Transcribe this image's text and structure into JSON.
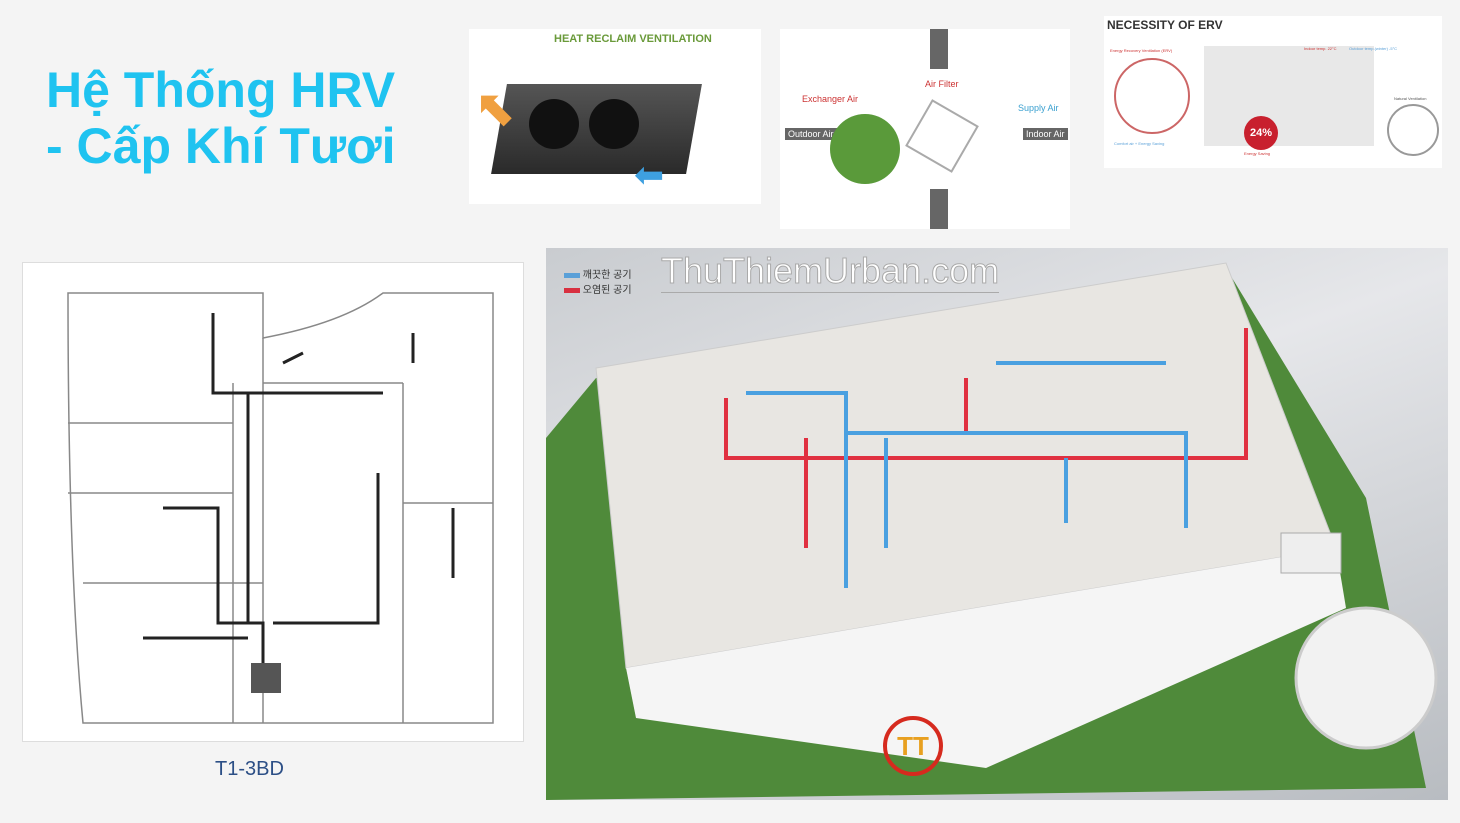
{
  "title": {
    "line1": "Hệ Thống HRV",
    "line2": "- Cấp Khí Tươi"
  },
  "images": {
    "hrv": {
      "heading": "HEAT RECLAIM VENTILATION"
    },
    "flow": {
      "exchanger_air": "Exchanger Air",
      "air_filter": "Air Filter",
      "supply_air": "Supply Air",
      "outdoor_air": "Outdoor Air",
      "indoor_air": "Indoor Air"
    },
    "erv": {
      "heading": "NECESSITY OF ERV",
      "erv_label": "Energy Recovery Ventilation (ERV)",
      "percent": "24%",
      "energy_saving": "Energy Saving",
      "comfort": "Comfort air + Energy Saving",
      "natural": "Natural Ventilation",
      "indoor_temp": "Indoor temp. 22°C",
      "outdoor_temp": "Outdoor temp.(winter) -5°C"
    },
    "iso": {
      "watermark": "ThuThiemUrban.com",
      "legend": [
        {
          "label": "깨끗한 공기",
          "color": "#5aa0d8"
        },
        {
          "label": "오염된 공기",
          "color": "#d83040"
        }
      ],
      "logo": "TT"
    }
  },
  "plan": {
    "caption": "T1-3BD"
  }
}
